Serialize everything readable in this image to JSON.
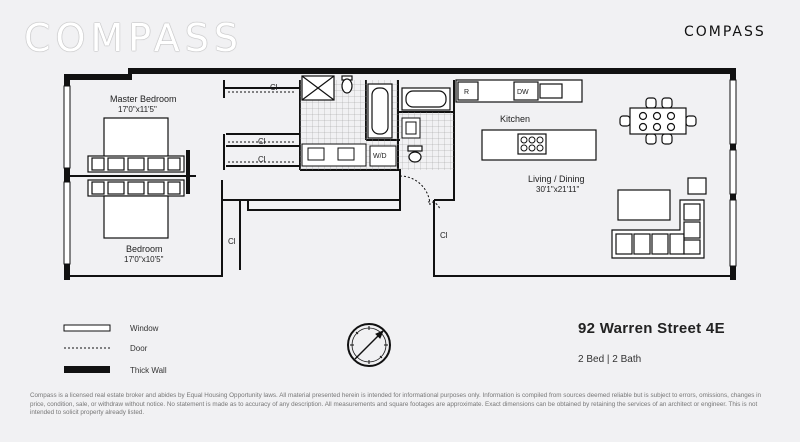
{
  "brand": {
    "watermark_text": "COMPASS",
    "logo_text": "COMPASS"
  },
  "listing": {
    "address": "92 Warren Street 4E",
    "summary": "2 Bed | 2 Bath"
  },
  "rooms": {
    "master_bedroom": {
      "name": "Master Bedroom",
      "size": "17'0\"x11'5\""
    },
    "bedroom": {
      "name": "Bedroom",
      "size": "17'0\"x10'5\""
    },
    "kitchen": {
      "name": "Kitchen"
    },
    "living_dining": {
      "name": "Living / Dining",
      "size": "30'1\"x21'11\""
    }
  },
  "fixtures": {
    "closet": "Cl",
    "washer_dryer": "W/D",
    "dishwasher": "DW",
    "refrigerator": "R"
  },
  "legend": {
    "window": "Window",
    "door": "Door",
    "thick_wall": "Thick Wall"
  },
  "disclaimer": "Compass is a licensed real estate broker and abides by Equal Housing Opportunity laws. All material presented herein is intended for informational purposes only. Information is compiled from sources deemed reliable but is subject to errors, omissions, changes in price, condition, sale, or withdraw without notice. No statement is made as to accuracy of any description. All measurements and square footages are approximate. Exact dimensions can be obtained by retaining the services of an architect or engineer. This is not intended to solicit property already listed.",
  "colors": {
    "background": "#f1f1f3",
    "wall": "#111111",
    "window_fill": "#ffffff"
  }
}
